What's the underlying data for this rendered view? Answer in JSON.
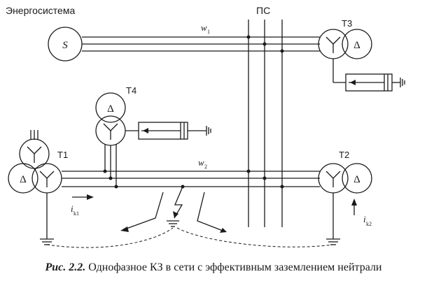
{
  "labels": {
    "system": "Энергосистема",
    "generator": "S",
    "substation": "ПС",
    "line1": "w",
    "line1_sub": "1",
    "line2": "w",
    "line2_sub": "2",
    "t1": "T1",
    "t2": "T2",
    "t3": "T3",
    "t4": "T4",
    "delta": "Δ",
    "current1": "i",
    "current1_sub": "k1",
    "current2": "i",
    "current2_sub": "k2"
  },
  "caption": {
    "label": "Рис. 2.2.",
    "text": " Однофазное КЗ в сети с эффективным заземлением нейтрали"
  }
}
